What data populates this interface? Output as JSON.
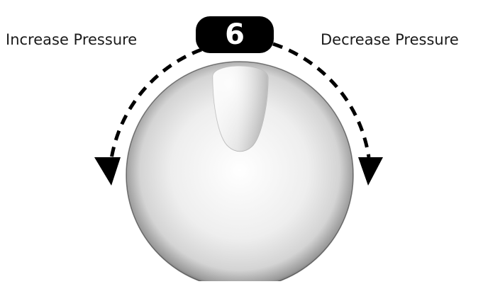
{
  "knob": {
    "setting": "6",
    "left_direction_label": "Increase Pressure",
    "right_direction_label": "Decrease Pressure"
  },
  "colors": {
    "badge": "#000000",
    "badge_text": "#ffffff",
    "arrow": "#000000",
    "knob_rim": "#3a3a3a",
    "knob_face": "#f4f4f4"
  }
}
